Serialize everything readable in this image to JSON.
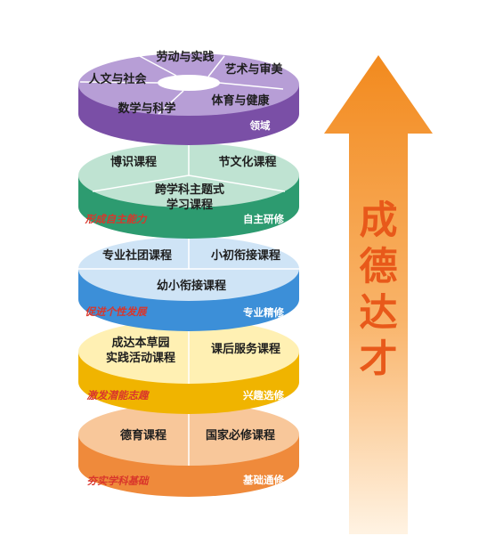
{
  "tiers": [
    {
      "id": "domain",
      "segments": [
        "劳动与实践",
        "艺术与审美",
        "体育与健康",
        "数学与科学",
        "人文与社会"
      ],
      "side_label": "领域",
      "tag": "",
      "colors": {
        "top": "#b79ed6",
        "side": "#7a4fa6",
        "line": "#ffffff"
      }
    },
    {
      "id": "self-study",
      "segments": [
        "博识课程",
        "节文化课程",
        "跨学科主题式",
        "学习课程"
      ],
      "side_label": "自主研修",
      "tag": "形成自主能力",
      "colors": {
        "top": "#bfe3d2",
        "side": "#2d9b70",
        "line": "#ffffff"
      }
    },
    {
      "id": "specialty",
      "segments": [
        "专业社团课程",
        "小初衔接课程",
        "幼小衔接课程"
      ],
      "side_label": "专业精修",
      "tag": "促进个性发展",
      "colors": {
        "top": "#cfe4f6",
        "side": "#3c8fd8",
        "line": "#ffffff"
      }
    },
    {
      "id": "interest",
      "segments": [
        "成达本草园",
        "实践活动课程",
        "课后服务课程"
      ],
      "side_label": "兴趣选修",
      "tag": "激发潜能志趣",
      "colors": {
        "top": "#fff0b3",
        "side": "#f0b400",
        "line": "#ffffff"
      }
    },
    {
      "id": "foundation",
      "segments": [
        "德育课程",
        "国家必修课程"
      ],
      "side_label": "基础通修",
      "tag": "夯实学科基础",
      "colors": {
        "top": "#f8c79a",
        "side": "#ef8a3b",
        "line": "#ffffff"
      }
    }
  ],
  "motto": [
    "成",
    "德",
    "达",
    "才"
  ],
  "arrow_colors": {
    "top": "#f28a1e",
    "bottom": "#fff3e3",
    "text": "#e8591a"
  }
}
